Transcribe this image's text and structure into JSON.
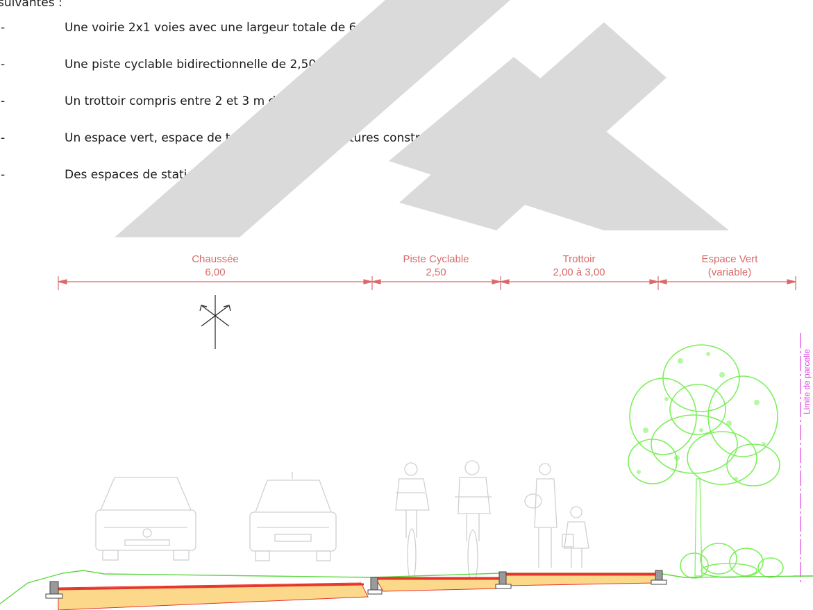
{
  "intro": "suivantes :",
  "bullets": [
    {
      "dash": "-",
      "text": "Une voirie 2x1 voies avec une largeur totale de 6 m ;"
    },
    {
      "dash": "-",
      "text": "Une piste cyclable bidirectionnelle de 2,50 m de large ;"
    },
    {
      "dash": "-",
      "text": "Un trottoir compris entre 2 et 3 m de large ;"
    },
    {
      "dash": "-",
      "text": "Un espace vert, espace de transition avec les futures constructions ;"
    },
    {
      "dash": "-",
      "text": "Des espaces de stationnement."
    }
  ],
  "section": {
    "zones": [
      {
        "name": "Chaussée",
        "width": "6,00"
      },
      {
        "name": "Piste Cyclable",
        "width": "2,50"
      },
      {
        "name": "Trottoir",
        "width": "2,00 à 3,00"
      },
      {
        "name": "Espace Vert",
        "width": "(variable)"
      }
    ],
    "limite": "Limite de parcelle"
  },
  "colors": {
    "dimension": "#d96a6a",
    "vegetation": "#7cf05a",
    "pavement_fill": "#fcd88a",
    "pavement_edge": "#e8332a",
    "limite": "#e040e0",
    "watermark": "#d9d9d9",
    "figures": "#d0d0d0"
  }
}
